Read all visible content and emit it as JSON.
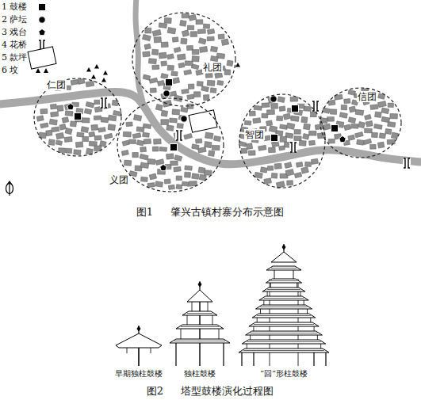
{
  "diagram": {
    "nodes": [
      {
        "text": [
          "仁团"
        ]
      },
      {
        "text": [
          "礼团"
        ]
      },
      {
        "text": [
          "义团"
        ]
      },
      {
        "text": [
          "智团"
        ]
      },
      {
        "text": [
          "信团"
        ]
      }
    ],
    "labels": [
      "图1 肇兴古镇村寨分布示意图",
      "早期独柱鼓楼",
      "独柱鼓楼",
      "“回”形柱鼓楼",
      "图2 塔型鼓楼演化过程图"
    ],
    "legend": [
      {
        "text": "1 鼓楼"
      },
      {
        "text": "2 萨坛"
      },
      {
        "text": "3 戏台"
      },
      {
        "text": "4 花桥"
      },
      {
        "text": "5 款坪"
      },
      {
        "text": "6 坟"
      }
    ]
  }
}
